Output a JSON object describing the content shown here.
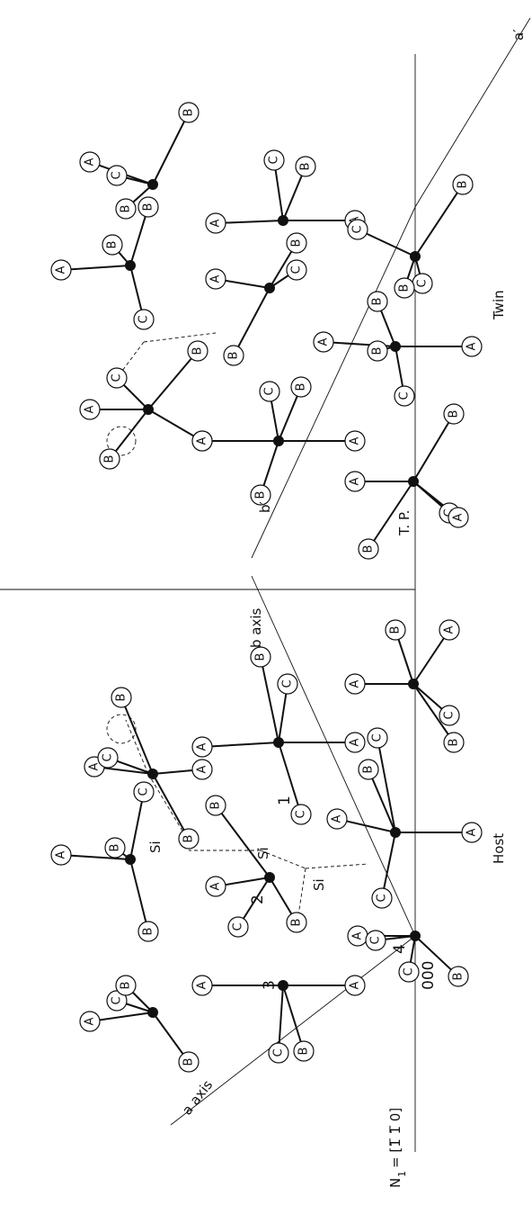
{
  "labels": {
    "twin_plane": "T. P.",
    "host": "Host",
    "twin": "Twin",
    "a_axis": "a axis",
    "b_axis": "b axis",
    "b_prime": "b′",
    "a_prime": "a′",
    "normal": "N",
    "normal_sub": "1",
    "normal_value": "= [1̅ 1̅ 0]",
    "origin": "000",
    "n1": "1",
    "n2": "2",
    "n3": "3",
    "n4": "4",
    "si": "Si",
    "si_b": "Si"
  },
  "atom_letters": [
    "A",
    "B",
    "C"
  ]
}
